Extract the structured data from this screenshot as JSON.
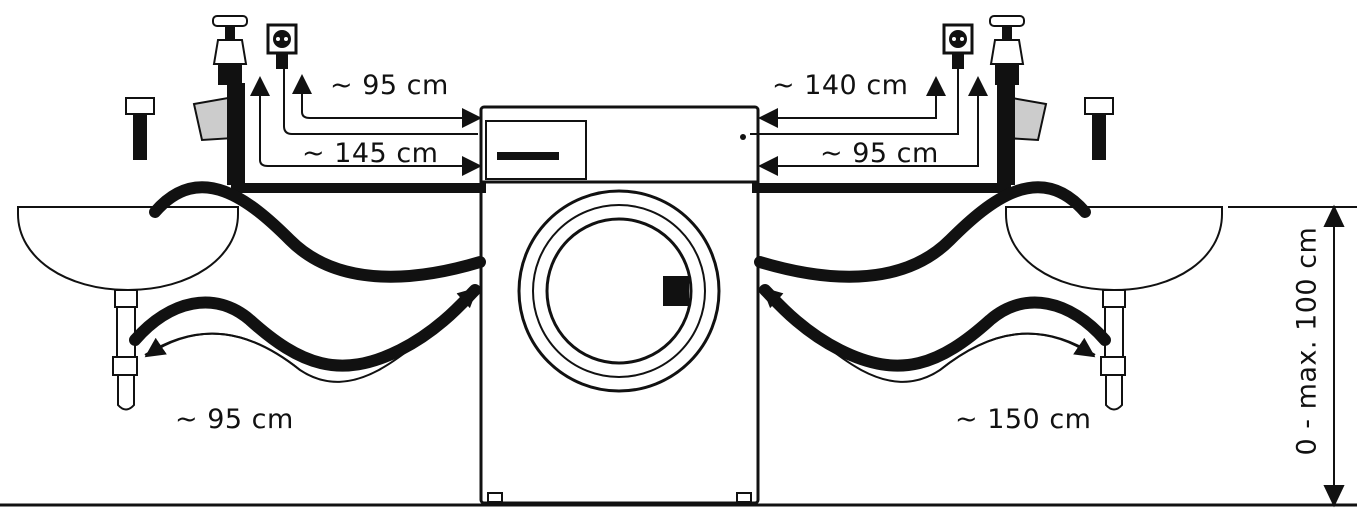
{
  "labels": {
    "top_left_upper": "~ 95 cm",
    "top_left_lower": "~ 145 cm",
    "top_right_upper": "~ 140 cm",
    "top_right_lower": "~ 95 cm",
    "bottom_left": "~ 95 cm",
    "bottom_right": "~ 150 cm",
    "height": "0 - max. 100 cm"
  },
  "colors": {
    "ink": "#111111",
    "background": "#ffffff"
  }
}
